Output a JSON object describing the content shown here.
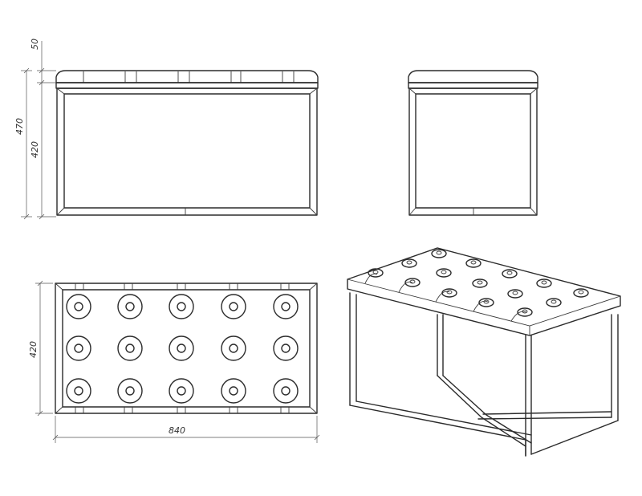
{
  "dimensions": {
    "cushion_height": "50",
    "total_height": "470",
    "frame_height": "420",
    "depth": "420",
    "width": "840"
  },
  "colors": {
    "line": "#2b2b2b",
    "background": "#ffffff"
  }
}
